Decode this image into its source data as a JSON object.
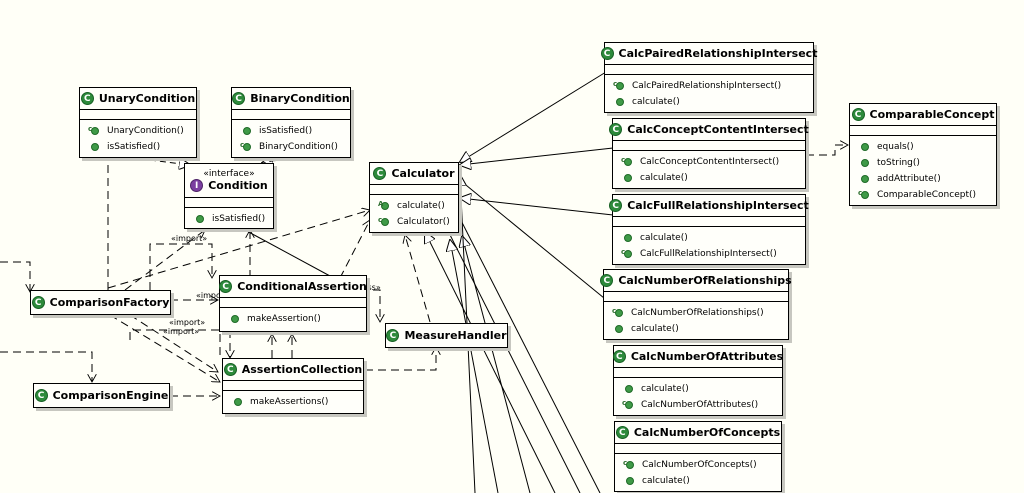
{
  "colors": {
    "background": "#fffff7",
    "class_icon": "#2d8a3b",
    "interface_icon": "#7b3fa0"
  },
  "classes": {
    "unary": {
      "name": "UnaryCondition",
      "icon": "class-icon",
      "methods": [
        {
          "name": "UnaryCondition()",
          "icon": "constructor-icon"
        },
        {
          "name": "isSatisfied()",
          "icon": "method-icon"
        }
      ]
    },
    "binary": {
      "name": "BinaryCondition",
      "icon": "class-icon",
      "methods": [
        {
          "name": "isSatisfied()",
          "icon": "method-icon"
        },
        {
          "name": "BinaryCondition()",
          "icon": "constructor-icon"
        }
      ]
    },
    "condition": {
      "stereotype": "«interface»",
      "name": "Condition",
      "icon": "interface-icon",
      "methods": [
        {
          "name": "isSatisfied()",
          "icon": "method-icon"
        }
      ]
    },
    "calculator": {
      "name": "Calculator",
      "icon": "abstract-class-icon",
      "methods": [
        {
          "name": "calculate()",
          "icon": "abstract-method-icon"
        },
        {
          "name": "Calculator()",
          "icon": "constructor-icon"
        }
      ]
    },
    "comparisonFactory": {
      "name": "ComparisonFactory",
      "icon": "class-icon",
      "methods": []
    },
    "conditionalAssertion": {
      "name": "ConditionalAssertion",
      "icon": "class-icon",
      "methods": [
        {
          "name": "makeAssertion()",
          "icon": "method-icon"
        }
      ]
    },
    "measureHandler": {
      "name": "MeasureHandler",
      "icon": "class-icon",
      "methods": []
    },
    "assertionCollection": {
      "name": "AssertionCollection",
      "icon": "class-icon",
      "methods": [
        {
          "name": "makeAssertions()",
          "icon": "method-icon"
        }
      ]
    },
    "comparisonEngine": {
      "name": "ComparisonEngine",
      "icon": "class-icon",
      "methods": []
    },
    "pairedRel": {
      "name": "CalcPairedRelationshipIntersect",
      "icon": "class-icon",
      "methods": [
        {
          "name": "CalcPairedRelationshipIntersect()",
          "icon": "constructor-icon"
        },
        {
          "name": "calculate()",
          "icon": "method-icon"
        }
      ]
    },
    "conceptContent": {
      "name": "CalcConceptContentIntersect",
      "icon": "class-icon",
      "methods": [
        {
          "name": "CalcConceptContentIntersect()",
          "icon": "constructor-icon"
        },
        {
          "name": "calculate()",
          "icon": "method-icon"
        }
      ]
    },
    "fullRel": {
      "name": "CalcFullRelationshipIntersect",
      "icon": "class-icon",
      "methods": [
        {
          "name": "calculate()",
          "icon": "method-icon"
        },
        {
          "name": "CalcFullRelationshipIntersect()",
          "icon": "constructor-icon"
        }
      ]
    },
    "numRel": {
      "name": "CalcNumberOfRelationships",
      "icon": "class-icon",
      "methods": [
        {
          "name": "CalcNumberOfRelationships()",
          "icon": "constructor-icon"
        },
        {
          "name": "calculate()",
          "icon": "method-icon"
        }
      ]
    },
    "numAttr": {
      "name": "CalcNumberOfAttributes",
      "icon": "class-icon",
      "methods": [
        {
          "name": "calculate()",
          "icon": "method-icon"
        },
        {
          "name": "CalcNumberOfAttributes()",
          "icon": "constructor-icon"
        }
      ]
    },
    "numConcepts": {
      "name": "CalcNumberOfConcepts",
      "icon": "class-icon",
      "methods": [
        {
          "name": "CalcNumberOfConcepts()",
          "icon": "constructor-icon"
        },
        {
          "name": "calculate()",
          "icon": "method-icon"
        }
      ]
    },
    "comparable": {
      "name": "ComparableConcept",
      "icon": "class-icon",
      "methods": [
        {
          "name": "equals()",
          "icon": "method-icon"
        },
        {
          "name": "toString()",
          "icon": "method-icon"
        },
        {
          "name": "addAttribute()",
          "icon": "method-icon"
        },
        {
          "name": "ComparableConcept()",
          "icon": "constructor-icon"
        }
      ]
    }
  },
  "labels": {
    "import": "«import»",
    "access": "«access»"
  }
}
